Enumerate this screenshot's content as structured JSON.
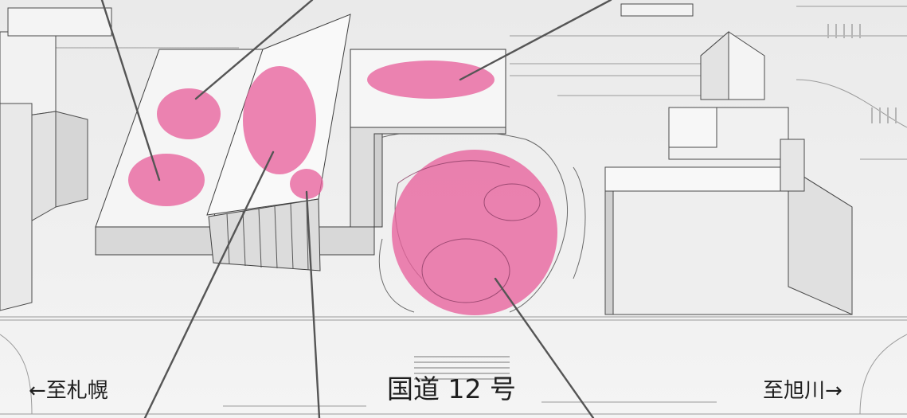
{
  "labels": {
    "direction_left": "←至札幌",
    "road_name": "国道 12 号",
    "direction_right": "至旭川→"
  },
  "colors": {
    "background": "#eeeeee",
    "ground": "#f2f2f2",
    "building_face": "#f7f7f7",
    "building_shadow": "#d4d4d4",
    "outline": "#4a4a4a",
    "highlight": "#e8629c",
    "leader": "#555555",
    "text": "#1e1e1e"
  },
  "highlight_areas": [
    {
      "name": "roof-left-upper"
    },
    {
      "name": "roof-left-lower"
    },
    {
      "name": "roof-center"
    },
    {
      "name": "roof-center-small"
    },
    {
      "name": "roof-right"
    },
    {
      "name": "plaza"
    }
  ]
}
